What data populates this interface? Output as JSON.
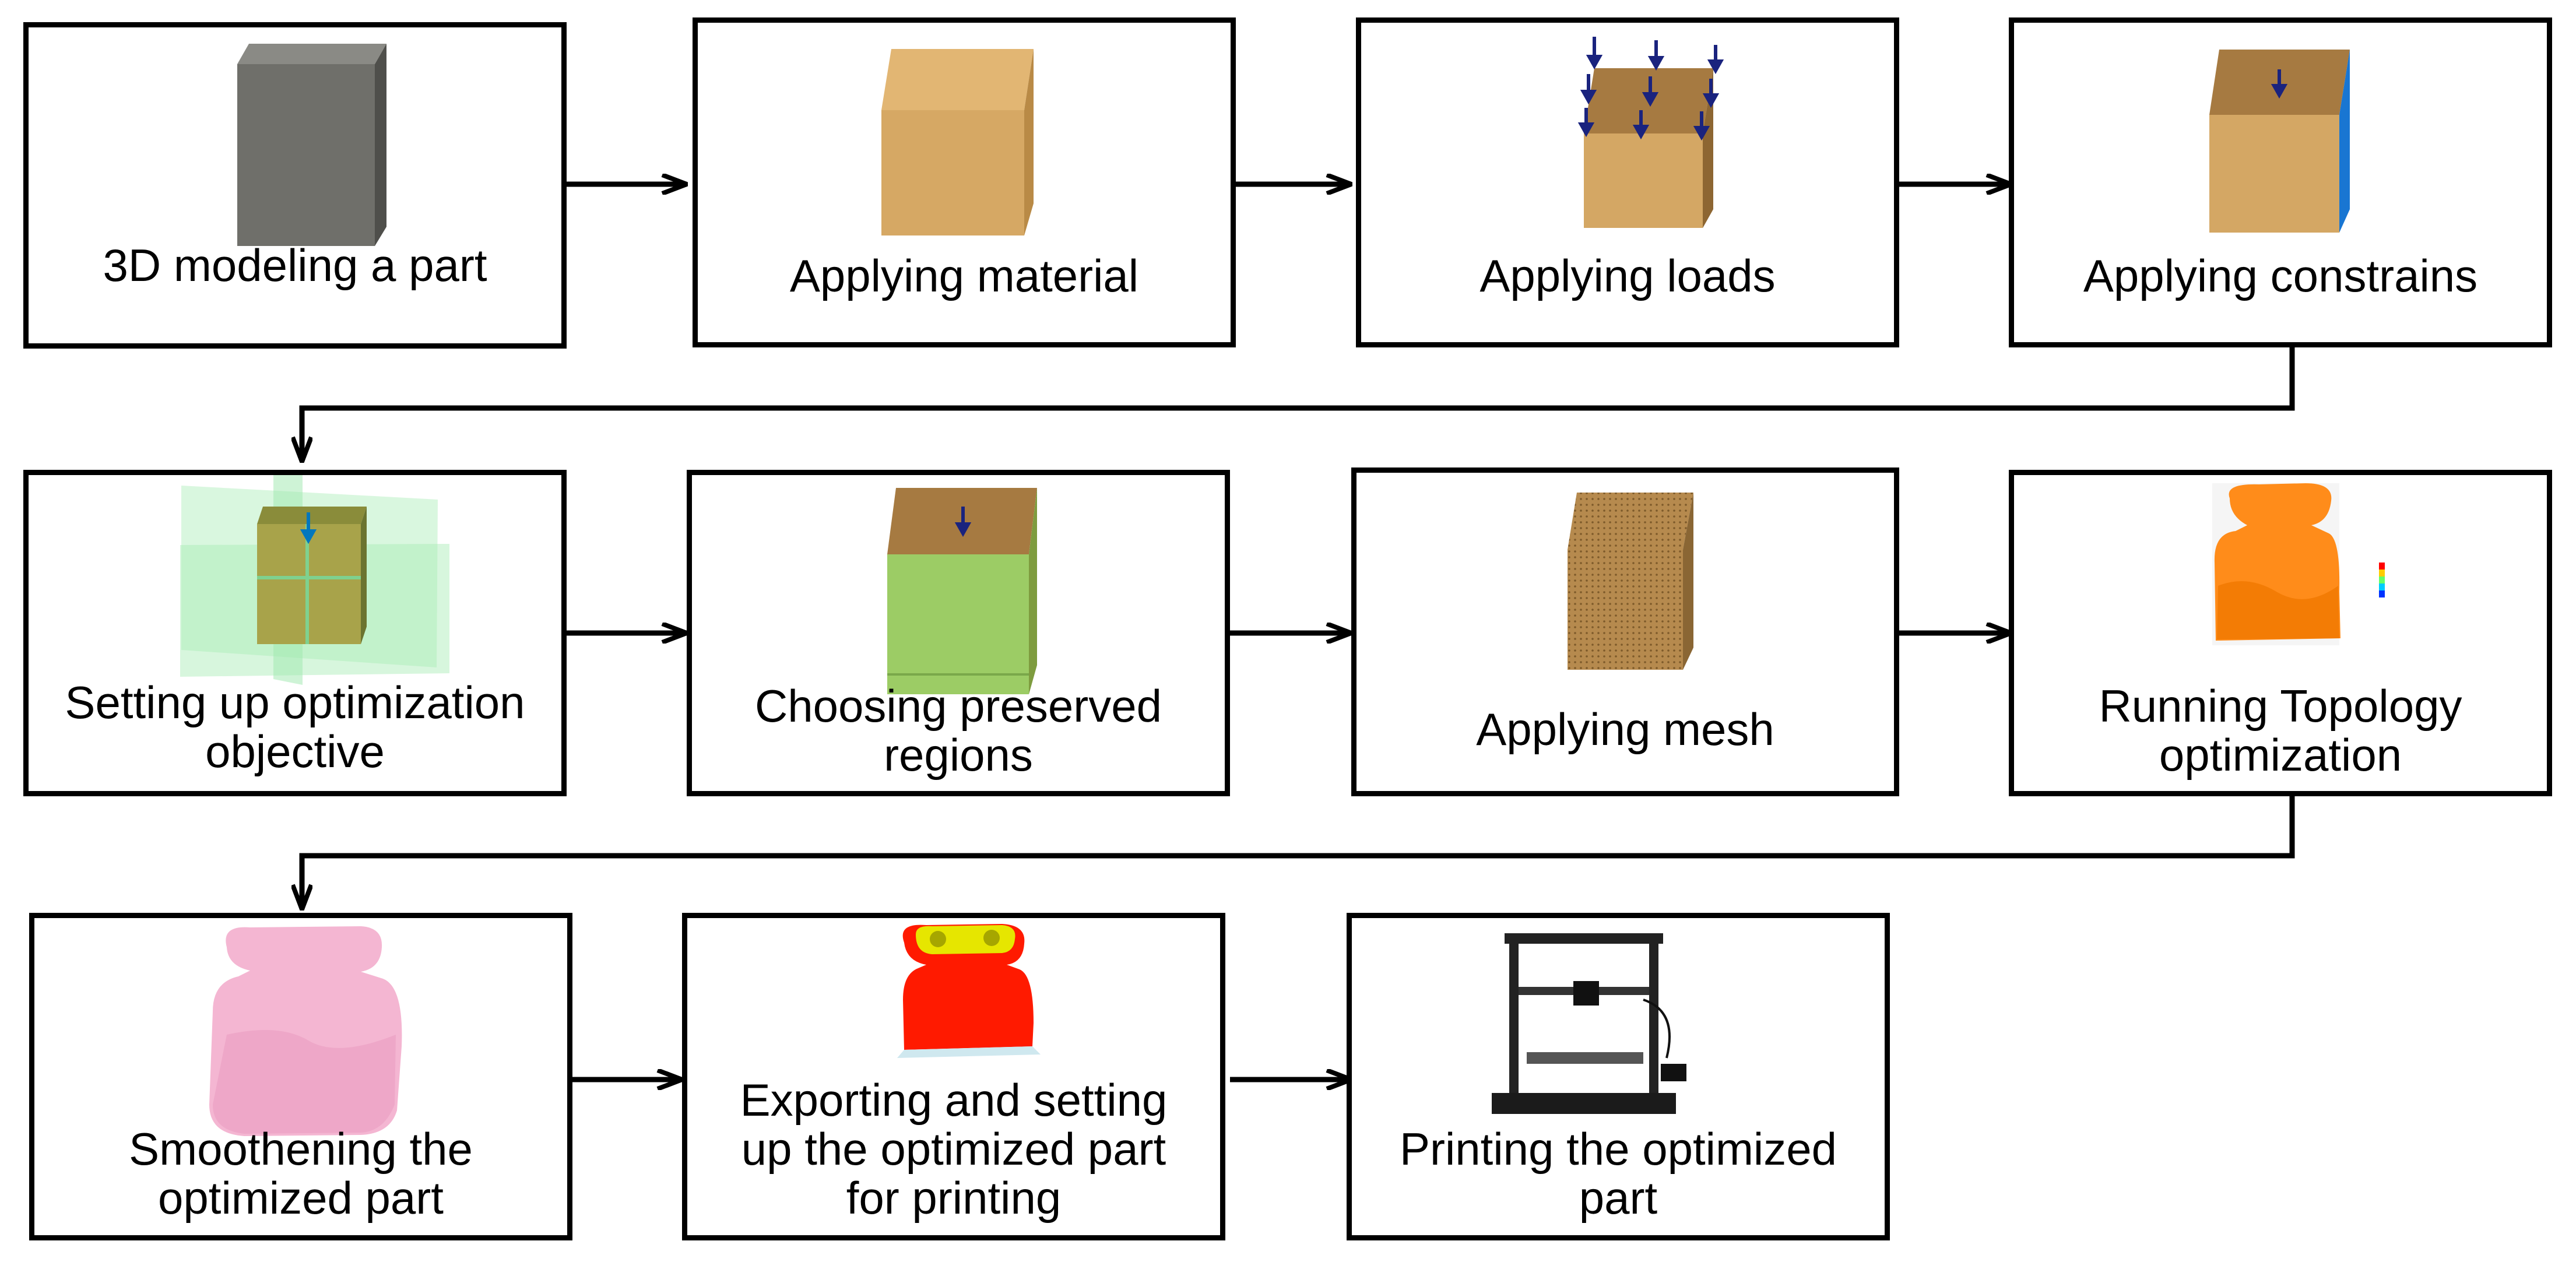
{
  "colors": {
    "border": "#000000",
    "text": "#000000",
    "cube_gray": "#6f6f6a",
    "cube_tan": "#d6a864",
    "load_arrow": "#1a237e",
    "constraint_blue": "#1976d2",
    "preserve_green": "#9ccc65",
    "opt_orange": "#ff8c1a",
    "smooth_pink": "#f4b6d2",
    "export_red": "#ff1a00",
    "export_yellow": "#e6e600"
  },
  "steps": [
    {
      "id": "3d-modeling",
      "label": "3D modeling a part",
      "icon": "gray-cube-icon"
    },
    {
      "id": "applying-material",
      "label": "Applying material",
      "icon": "tan-cube-icon"
    },
    {
      "id": "applying-loads",
      "label": "Applying loads",
      "icon": "loaded-cube-icon"
    },
    {
      "id": "applying-constrains",
      "label": "Applying constrains",
      "icon": "constrained-cube-icon"
    },
    {
      "id": "optimization-objective",
      "label": "Setting up optimization\nobjective",
      "icon": "symmetry-planes-cube-icon"
    },
    {
      "id": "preserved-regions",
      "label": "Choosing preserved\nregions",
      "icon": "preserved-region-cube-icon"
    },
    {
      "id": "applying-mesh",
      "label": "Applying mesh",
      "icon": "meshed-cube-icon"
    },
    {
      "id": "topology-optimization",
      "label": "Running Topology\noptimization",
      "icon": "topology-result-icon"
    },
    {
      "id": "smoothening",
      "label": "Smoothening the\noptimized part",
      "icon": "smoothed-part-icon"
    },
    {
      "id": "exporting",
      "label": "Exporting and setting\nup the optimized part\nfor printing",
      "icon": "slicer-part-icon"
    },
    {
      "id": "printing",
      "label": "Printing the optimized\npart",
      "icon": "3d-printer-icon"
    }
  ]
}
